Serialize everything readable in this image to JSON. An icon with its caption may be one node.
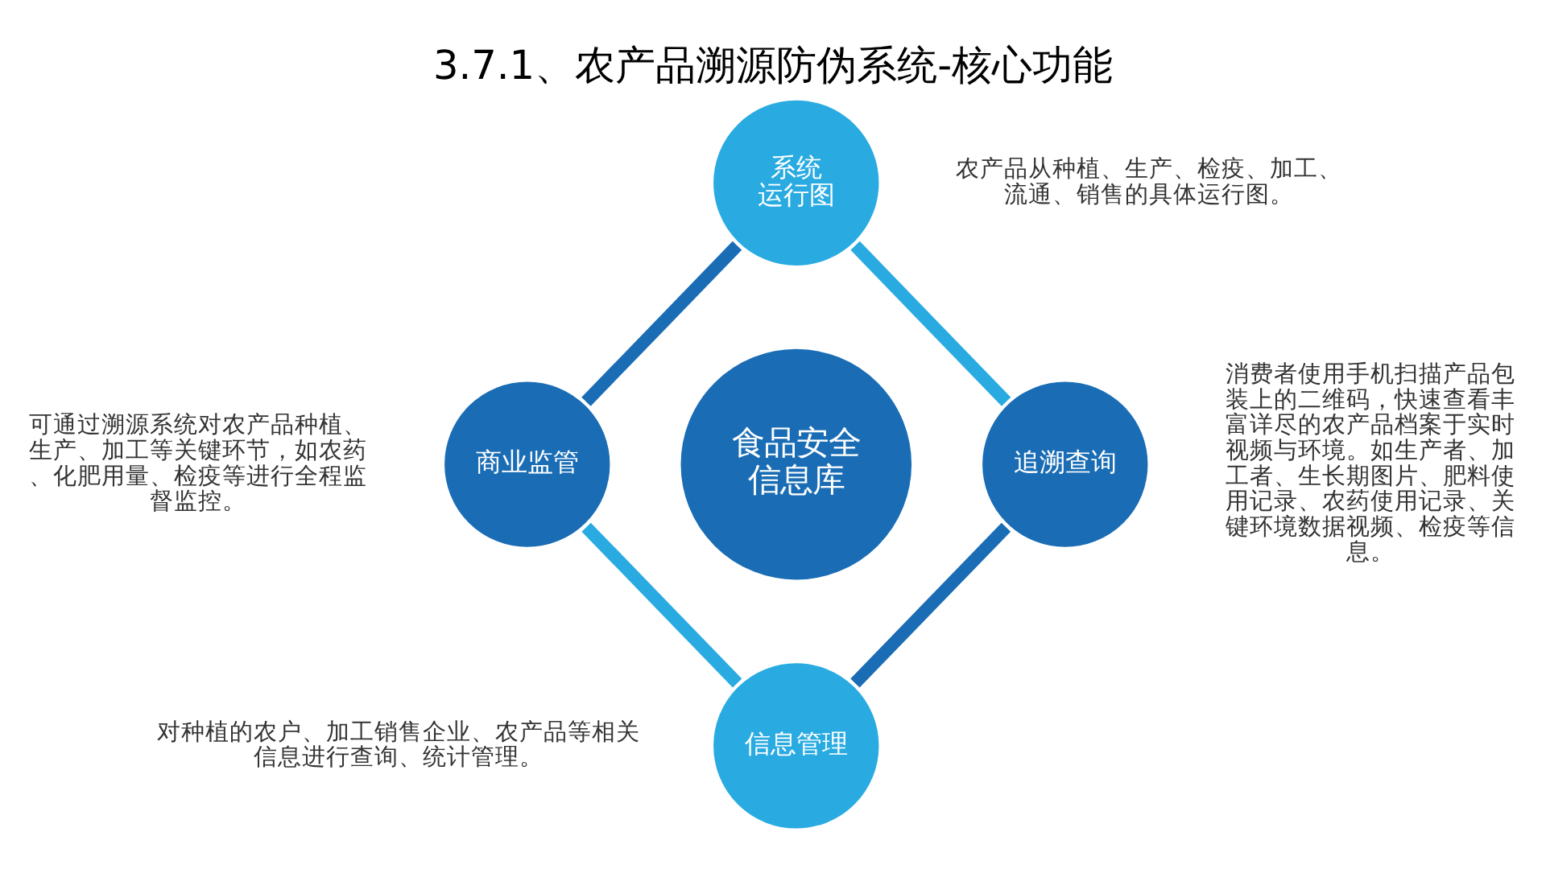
{
  "diagram": {
    "title": "3.7.1、农产品溯源防伪系统-核心功能",
    "nodes": [
      {
        "text": [
          "系统运行图"
        ],
        "beside": [
          "农产品从种植、生产、检疫、加工、流通、销售的具体运行图。"
        ]
      },
      {
        "text": [
          "商业监管"
        ],
        "beside": [
          "可通过溯源系统对农产品种植、生产、加工等关键环节，如农药、化肥用量、检疫等进行全程监督监控。"
        ]
      },
      {
        "text": [
          "食品安全信息库"
        ]
      },
      {
        "text": [
          "追溯查询"
        ],
        "beside": [
          "消费者使用手机扫描产品包装上的二维码，快速查看丰富详尽的农产品档案于实时视频与环境。如生产者、加工者、生长期图片、肥料使用记录、农药使用记录、关键环境数据视频、检疫等信息。"
        ]
      },
      {
        "text": [
          "信息管理"
        ],
        "beside": [
          "对种植的农户、加工销售企业、农产品等相关信息进行查询、统计管理。"
        ]
      }
    ],
    "edges": [
      {
        "from": 0,
        "to": 3,
        "arrow": "none",
        "color": "#29abe2"
      },
      {
        "from": 3,
        "to": 4,
        "arrow": "none",
        "color": "#1a6db5"
      },
      {
        "from": 4,
        "to": 1,
        "arrow": "none",
        "color": "#29abe2"
      },
      {
        "from": 1,
        "to": 0,
        "arrow": "none",
        "color": "#1a6db5"
      }
    ]
  }
}
